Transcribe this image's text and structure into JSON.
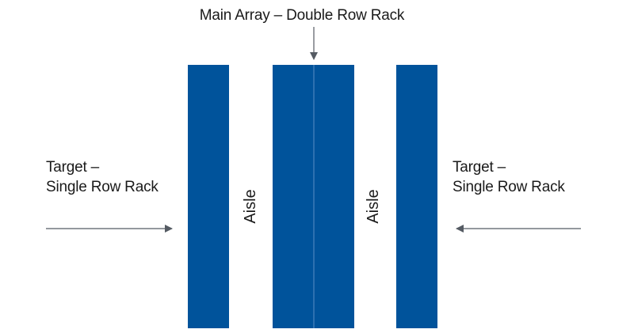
{
  "labels": {
    "main_array": "Main Array – Double Row Rack",
    "target_left_line1": "Target –",
    "target_left_line2": "Single Row Rack",
    "target_right_line1": "Target –",
    "target_right_line2": "Single Row Rack",
    "aisle_1": "Aisle",
    "aisle_2": "Aisle"
  },
  "colors": {
    "rack": "#00539b",
    "rack_divider": "#5a8cc4",
    "arrow": "#555b63",
    "text": "#1a1a1a"
  }
}
